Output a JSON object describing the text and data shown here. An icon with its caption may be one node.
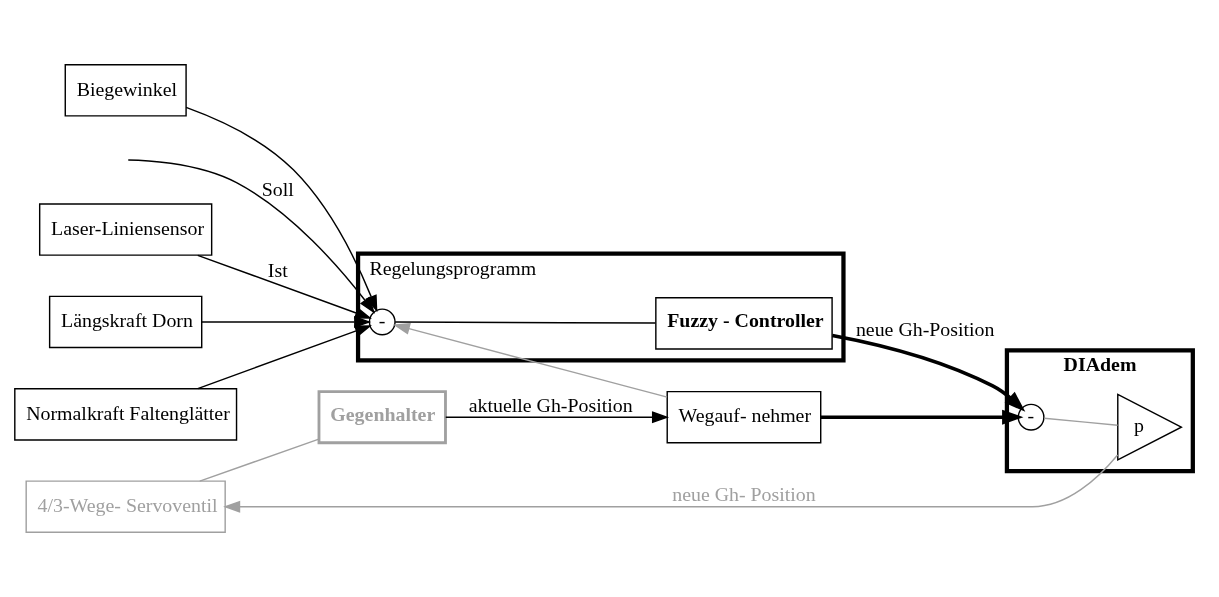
{
  "diagram": {
    "nodes": [
      {
        "text": [
          "Regelungsprogramm"
        ]
      },
      {
        "text": [
          "-"
        ],
        "in": 0
      },
      {
        "text": [
          "Fuzzy - Controller"
        ],
        "in": 0
      },
      {
        "text": [
          "DIAdem"
        ]
      },
      {
        "text": [
          "-"
        ],
        "in": 3
      },
      {
        "text": [
          "p"
        ],
        "in": 3
      },
      {
        "text": [
          "4/3-Wege- Servoventil"
        ]
      },
      {
        "text": [
          "Gegenhalter"
        ]
      },
      {
        "text": [
          "Laser-Liniensensor"
        ]
      },
      {
        "text": [
          "Längskraft Dorn"
        ]
      },
      {
        "text": [
          "Normalkraft Faltenglätter"
        ]
      },
      {
        "text": [
          "Biegewinkel"
        ]
      },
      {
        "text": [
          "Wegauf- nehmer"
        ]
      }
    ],
    "edges": [
      {
        "from": null,
        "to": 1,
        "arrow": "to",
        "label": "Soll"
      },
      {
        "from": 1,
        "to": 2,
        "arrow": "none"
      },
      {
        "from": 2,
        "to": 4,
        "arrow": "to",
        "label": "neue Gh-Position",
        "style": "thick"
      },
      {
        "from": 4,
        "to": 5,
        "arrow": "none",
        "color": "#a0a0a0"
      },
      {
        "from": 5,
        "to": 6,
        "arrow": "to",
        "label": "neue Gh- Position",
        "color": "#a0a0a0"
      },
      {
        "from": 6,
        "to": 7,
        "arrow": "none",
        "color": "#a0a0a0"
      },
      {
        "from": 7,
        "to": 12,
        "arrow": "to",
        "label": "aktuelle Gh-Position"
      },
      {
        "from": 12,
        "to": 4,
        "arrow": "to",
        "style": "thick"
      },
      {
        "from": 8,
        "to": 1,
        "arrow": "to",
        "label": "Ist"
      },
      {
        "from": 9,
        "to": 1,
        "arrow": "to"
      },
      {
        "from": 10,
        "to": 1,
        "arrow": "to"
      },
      {
        "from": 11,
        "to": 1,
        "arrow": "to"
      },
      {
        "from": 12,
        "to": 1,
        "arrow": "to",
        "color": "#a0a0a0"
      }
    ]
  }
}
